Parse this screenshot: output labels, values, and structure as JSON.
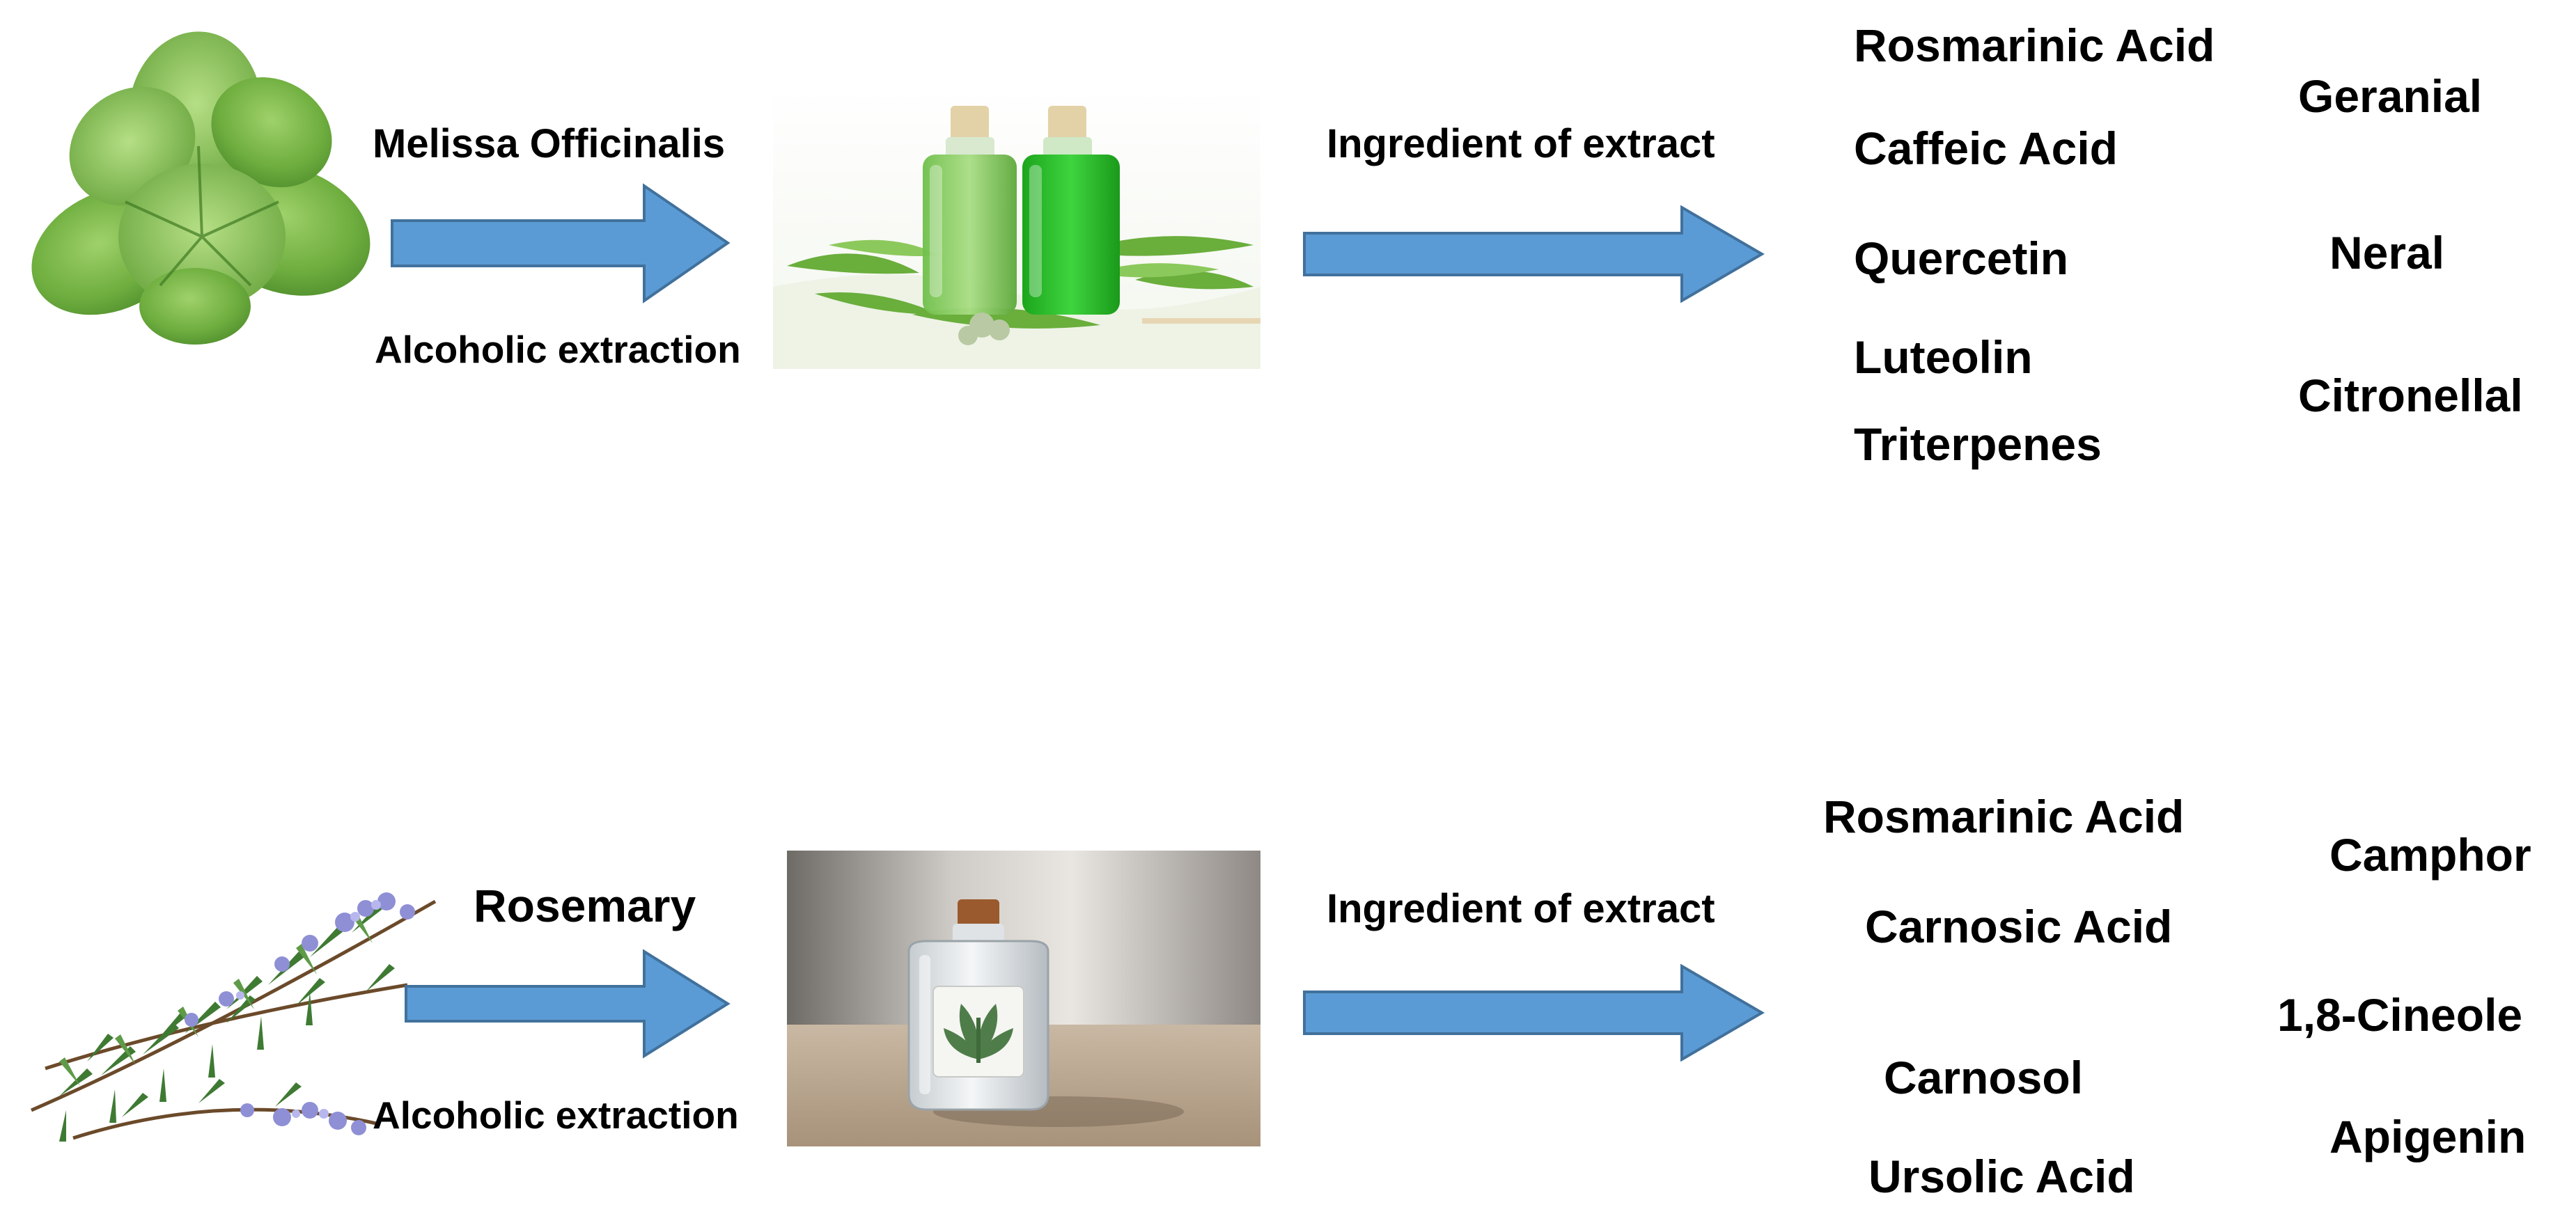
{
  "colors": {
    "arrow_fill": "#5b9bd5",
    "arrow_stroke": "#41719c",
    "text": "#000000"
  },
  "row1": {
    "plant_name": "Melissa Officinalis",
    "process_label": "Alcoholic extraction",
    "extract_label": "Ingredient of extract",
    "compounds_left": [
      "Rosmarinic Acid",
      "Caffeic Acid",
      "Quercetin",
      "Luteolin",
      "Triterpenes"
    ],
    "compounds_right": [
      "Geranial",
      "Neral",
      "Citronellal"
    ],
    "icons": {
      "plant": "lemon-balm-leaves-icon",
      "extract": "green-extract-bottles-icon"
    }
  },
  "row2": {
    "plant_name": "Rosemary",
    "process_label": "Alcoholic extraction",
    "extract_label": "Ingredient of extract",
    "compounds_left": [
      "Rosmarinic Acid",
      "Carnosic Acid",
      "Carnosol",
      "Ursolic Acid"
    ],
    "compounds_right": [
      "Camphor",
      "1,8-Cineole",
      "Apigenin"
    ],
    "icons": {
      "plant": "rosemary-sprigs-icon",
      "extract": "clear-extract-bottle-icon"
    }
  }
}
